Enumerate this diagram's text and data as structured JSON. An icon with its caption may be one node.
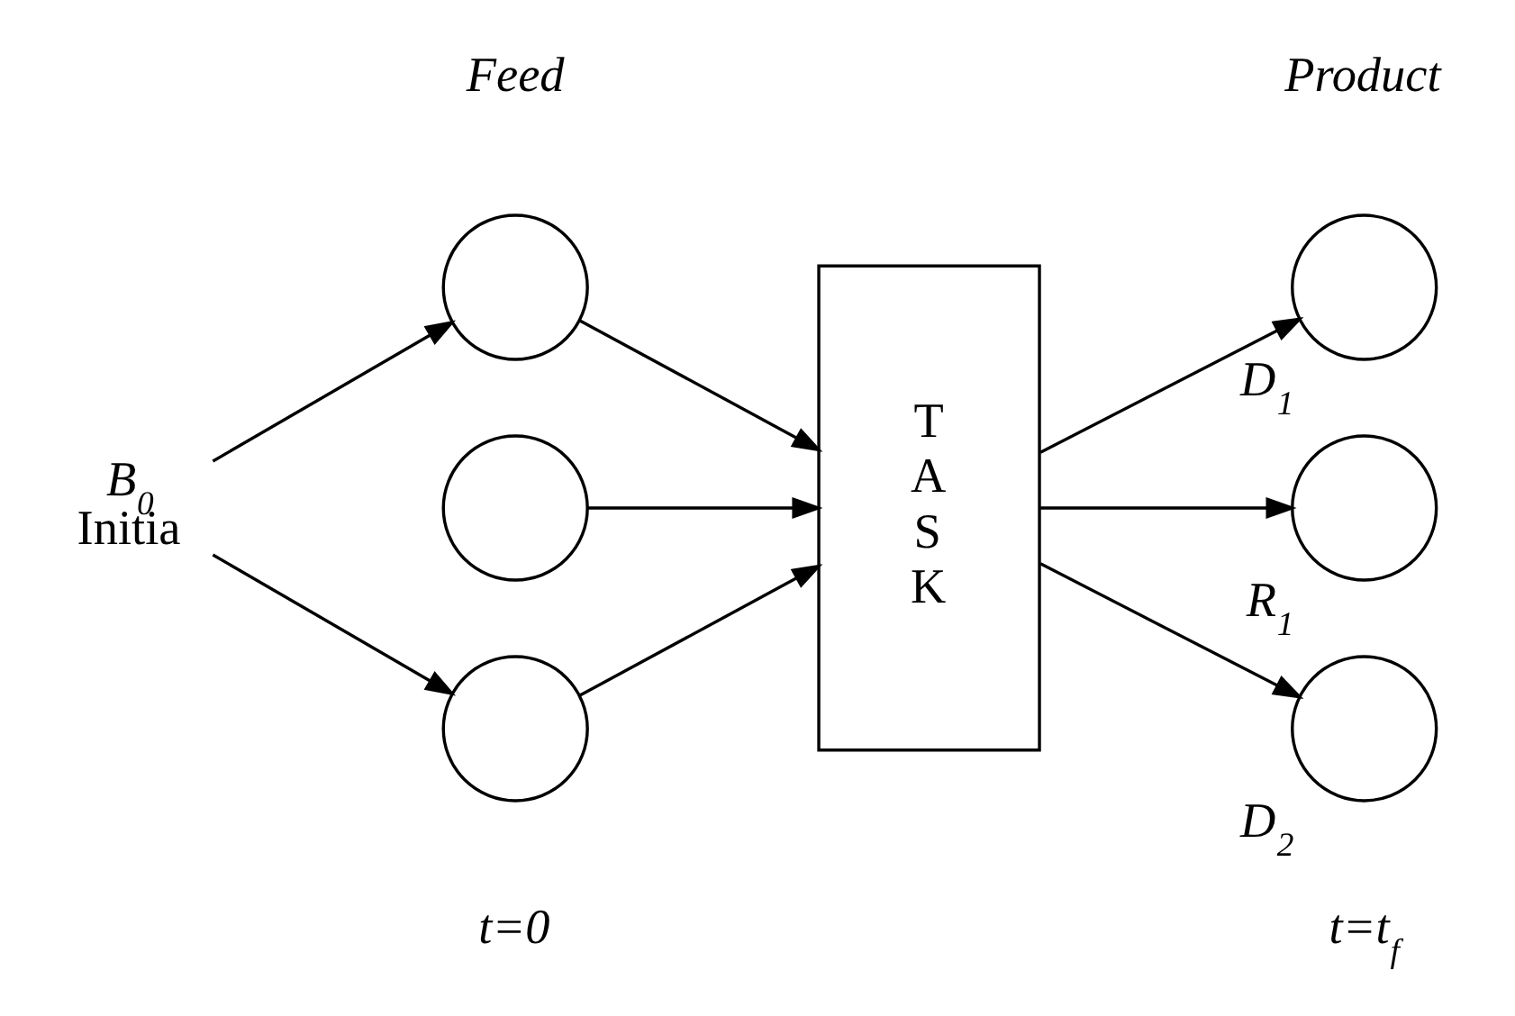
{
  "diagram": {
    "nodes": [
      {
        "text": [
          "B$_{0}$",
          "Initia"
        ]
      },
      {
        "text": [],
        "shape": "circle"
      },
      {
        "text": [],
        "shape": "circle"
      },
      {
        "text": [],
        "shape": "circle"
      },
      {
        "text": [
          "T A S K"
        ]
      },
      {
        "text": [],
        "shape": "circle",
        "beside": [
          "D$_{1}$"
        ]
      },
      {
        "text": [],
        "shape": "circle",
        "beside": [
          "R$_{1}$"
        ]
      },
      {
        "text": [],
        "shape": "circle",
        "beside": [
          "D$_{2}$"
        ]
      }
    ],
    "edges": [
      {
        "from": 0,
        "to": 1,
        "arrow": "to"
      },
      {
        "from": 0,
        "to": 3,
        "arrow": "to"
      },
      {
        "from": 1,
        "to": 4,
        "arrow": "to"
      },
      {
        "from": 2,
        "to": 4,
        "arrow": "to"
      },
      {
        "from": 3,
        "to": 4,
        "arrow": "to"
      },
      {
        "from": 4,
        "to": 5,
        "arrow": "to"
      },
      {
        "from": 4,
        "to": 6,
        "arrow": "to"
      },
      {
        "from": 4,
        "to": 7,
        "arrow": "to"
      }
    ],
    "labels": [
      "Feed",
      "Product",
      "t=0",
      "t=t$_{f}$"
    ]
  }
}
